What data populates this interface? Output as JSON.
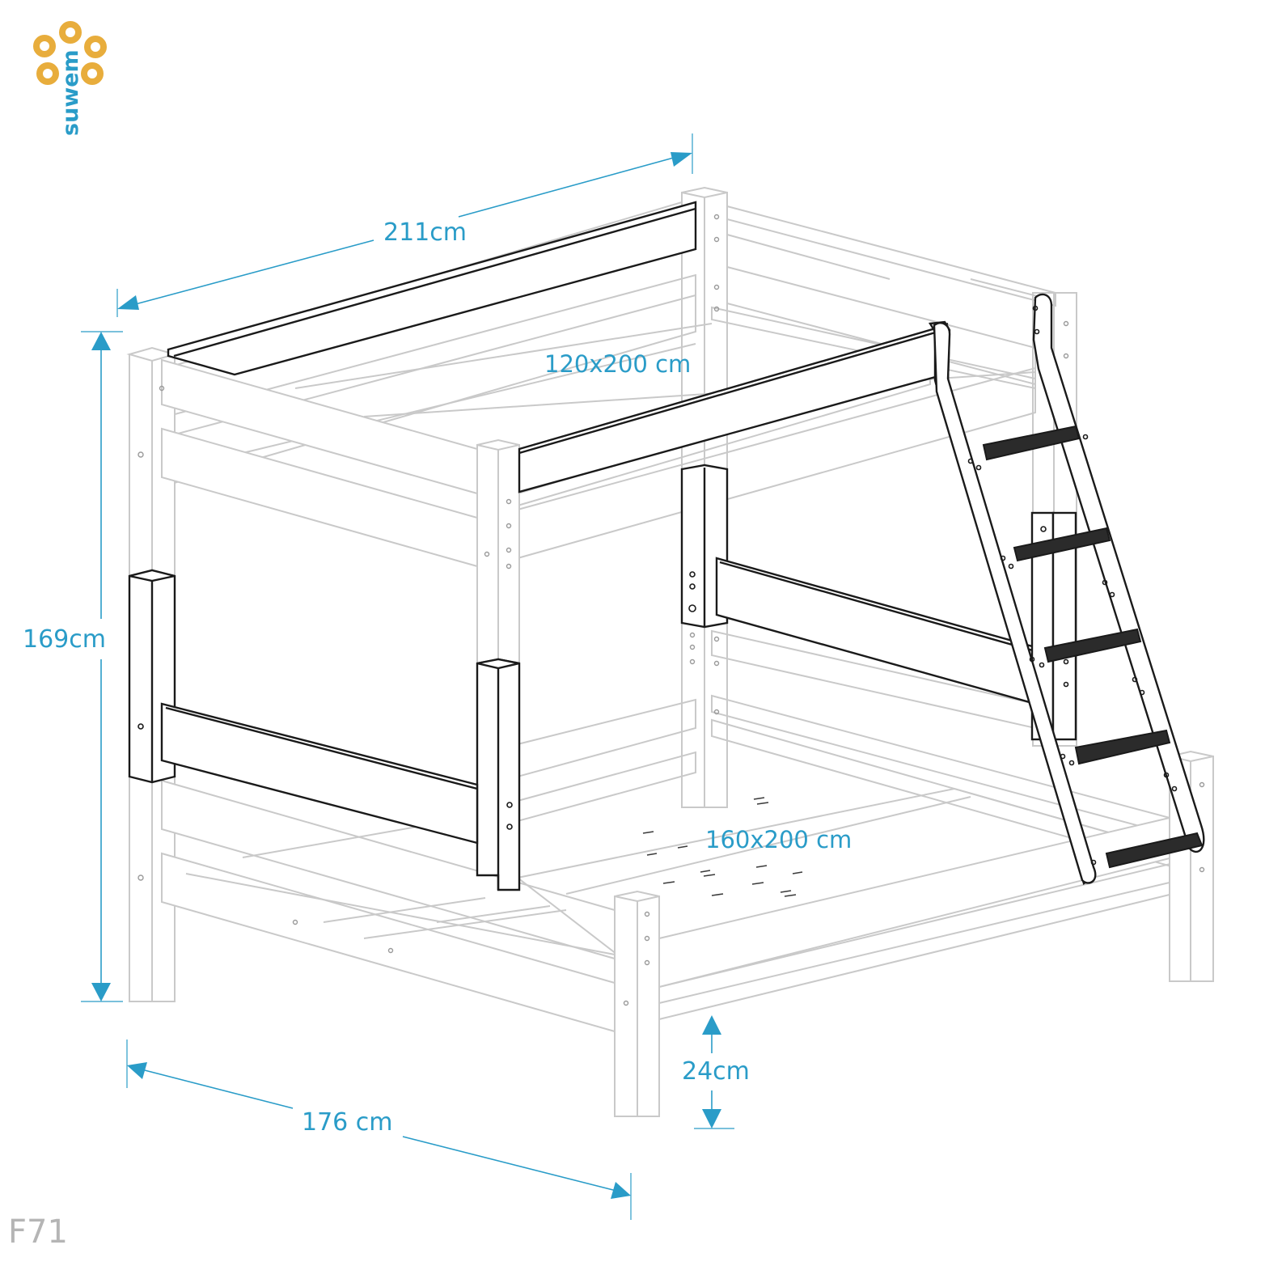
{
  "brand": {
    "name": "suwem",
    "logo_color": "#e8ad3c",
    "text_color": "#2a9cc8"
  },
  "diagram": {
    "code": "F71",
    "accent_color": "#2a9cc8",
    "dimensions": {
      "top_length": "211cm",
      "height": "169cm",
      "bottom_width": "176 cm",
      "floor_clearance": "24cm"
    },
    "mattress": {
      "upper": "120x200 cm",
      "lower": "160x200 cm"
    }
  }
}
